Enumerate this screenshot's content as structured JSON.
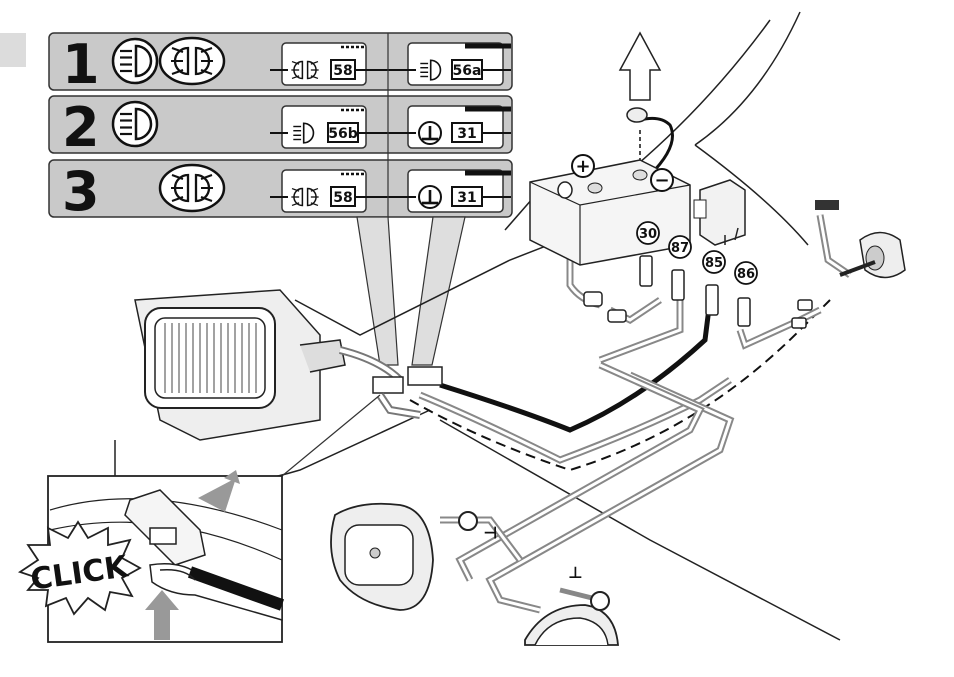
{
  "panels": [
    {
      "number": "1",
      "left_terminal": "58",
      "right_terminal": "56a"
    },
    {
      "number": "2",
      "left_terminal": "56b",
      "right_terminal": "31"
    },
    {
      "number": "3",
      "left_terminal": "58",
      "right_terminal": "31"
    }
  ],
  "relay_terminals": [
    "30",
    "87",
    "85",
    "86"
  ],
  "battery": {
    "positive": "+",
    "negative": "−"
  },
  "ground_symbol": "⊥",
  "click_label": "CLICK",
  "icons": [
    "high-beam-icon",
    "parking-light-icon",
    "ground-icon",
    "up-arrow-icon",
    "push-arrow-icon"
  ]
}
